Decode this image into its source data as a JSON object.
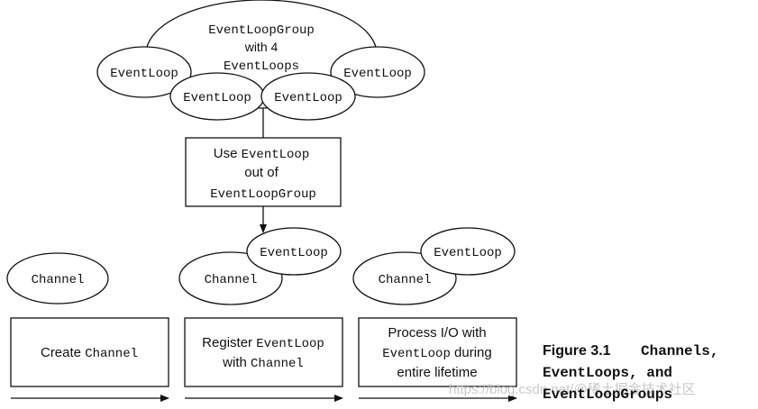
{
  "group": {
    "line1": "EventLoopGroup",
    "line2": "with 4",
    "line3": "EventLoops",
    "loops": [
      "EventLoop",
      "EventLoop",
      "EventLoop",
      "EventLoop"
    ]
  },
  "use_box": {
    "line1a": "Use ",
    "line1b": "EventLoop",
    "line2": "out of",
    "line3": "EventLoopGroup"
  },
  "stage1": {
    "channel": "Channel",
    "box_a": "Create ",
    "box_b": "Channel"
  },
  "stage2": {
    "channel": "Channel",
    "eventloop": "EventLoop",
    "box_l1a": "Register ",
    "box_l1b": "EventLoop",
    "box_l2a": "with ",
    "box_l2b": "Channel"
  },
  "stage3": {
    "channel": "Channel",
    "eventloop": "EventLoop",
    "box_l1": "Process I/O with",
    "box_l2a": "EventLoop",
    "box_l2b": " during",
    "box_l3": "entire lifetime"
  },
  "caption": {
    "label": "Figure 3.1",
    "line1": "Channels,",
    "line2": "EventLoops, and",
    "line3": "EventLoopGroups"
  },
  "watermark": "https://blog.csdn.net/@稀土掘金技术社区"
}
